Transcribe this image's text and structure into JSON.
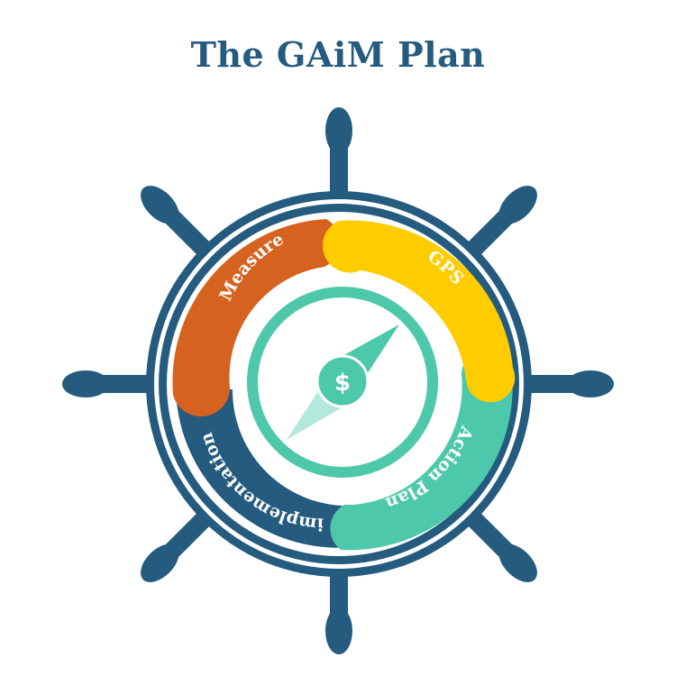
{
  "title": "The GAiM Plan",
  "segments": [
    {
      "label": "Measure",
      "color": "#d6621f"
    },
    {
      "label": "GPS",
      "color": "#ffcc00"
    },
    {
      "label": "Action Plan",
      "color": "#4ec8ab"
    },
    {
      "label": "implementation",
      "color": "#245b7e"
    }
  ],
  "compass": {
    "symbol": "$",
    "ring_color": "#4ec8ab"
  },
  "wheel_color": "#245b7e",
  "icons": [
    "ship-wheel-icon",
    "compass-icon",
    "dollar-icon"
  ]
}
